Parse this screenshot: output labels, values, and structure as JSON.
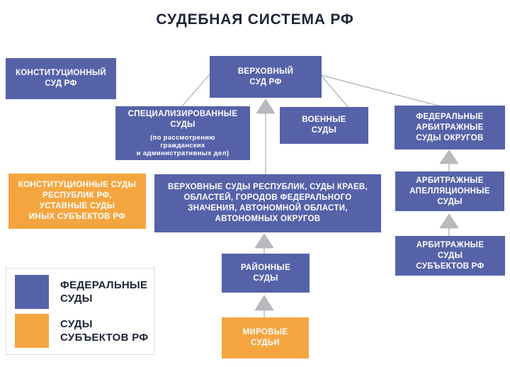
{
  "title": "СУДЕБНАЯ СИСТЕМА РФ",
  "boxes": {
    "constitutional_court": {
      "type": "federal",
      "lines": [
        "КОНСТИТУЦИОННЫЙ",
        "СУД РФ"
      ]
    },
    "supreme_court": {
      "type": "federal",
      "lines": [
        "ВЕРХОВНЫЙ",
        "СУД РФ"
      ]
    },
    "specialized_courts": {
      "type": "federal",
      "lines": [
        "СПЕЦИАЛИЗИРОВАННЫЕ",
        "СУДЫ"
      ],
      "sublines": [
        "(по рассмотрению",
        "гражданских",
        "и административных дел)"
      ]
    },
    "military_courts": {
      "type": "federal",
      "lines": [
        "ВОЕННЫЕ",
        "СУДЫ"
      ]
    },
    "federal_arbitration_district_courts": {
      "type": "federal",
      "lines": [
        "ФЕДЕРАЛЬНЫЕ",
        "АРБИТРАЖНЫЕ",
        "СУДЫ ОКРУГОВ"
      ]
    },
    "constitutional_charter_courts_of_subjects": {
      "type": "subject",
      "lines": [
        "КОНСТИТУЦИОННЫЕ СУДЫ",
        "РЕСПУБЛИК РФ,",
        "УСТАВНЫЕ СУДЫ",
        "ИНЫХ СУБЪЕКТОВ РФ"
      ]
    },
    "supreme_courts_of_regions": {
      "type": "federal",
      "lines": [
        "ВЕРХОВНЫЕ СУДЫ РЕСПУБЛИК, СУДЫ КРАЕВ,",
        "ОБЛАСТЕЙ, ГОРОДОВ ФЕДЕРАЛЬНОГО",
        "ЗНАЧЕНИЯ, АВТОНОМНОЙ ОБЛАСТИ,",
        "АВТОНОМНЫХ ОКРУГОВ"
      ]
    },
    "arbitration_appellate_courts": {
      "type": "federal",
      "lines": [
        "АРБИТРАЖНЫЕ",
        "АПЕЛЛЯЦИОННЫЕ",
        "СУДЫ"
      ]
    },
    "arbitration_courts_of_subjects": {
      "type": "federal",
      "lines": [
        "АРБИТРАЖНЫЕ",
        "СУДЫ",
        "СУБЪЕКТОВ РФ"
      ]
    },
    "district_courts": {
      "type": "federal",
      "lines": [
        "РАЙОННЫЕ",
        "СУДЫ"
      ]
    },
    "magistrate_judges": {
      "type": "subject",
      "lines": [
        "МИРОВЫЕ",
        "СУДЬИ"
      ]
    }
  },
  "legend": {
    "items": [
      {
        "color": "#5662A8",
        "label_lines": [
          "ФЕДЕРАЛЬНЫЕ",
          "СУДЫ"
        ]
      },
      {
        "color": "#F4A53F",
        "label_lines": [
          "СУДЫ",
          "СУБЪЕКТОВ РФ"
        ]
      }
    ]
  },
  "colors": {
    "federal_blue": "#5662A8",
    "subject_orange": "#F4A53F",
    "title_text": "#1F2437",
    "connector_gray": "#ABAEB5",
    "arrow_gray": "#B9BAC0",
    "box_text": "#FFFFFF",
    "legend_border": "#D9D9D9"
  }
}
